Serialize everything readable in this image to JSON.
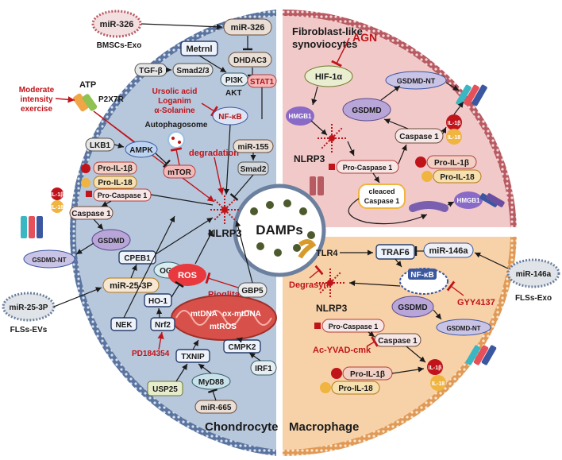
{
  "title": "",
  "colors": {
    "chondrocyte_bg": "#b7c7dc",
    "fls_bg": "#f2c9c9",
    "macrophage_bg": "#f7d1a8",
    "inhibitor_red": "#c0141a",
    "membrane_blue": "#4f6a96"
  },
  "regions": {
    "chondrocyte": "Chondrocyte",
    "fls": "Fibroblast-like\nsynoviocytes",
    "fls_line1": "Fibroblast-like",
    "fls_line2": "synoviocytes",
    "macrophage": "Macrophage"
  },
  "center": {
    "label": "DAMPs"
  },
  "chondrocyte": {
    "bmsc_mirna": "miR-326",
    "bmsc_label": "BMSCs-Exo",
    "mir326": "miR-326",
    "metrnl": "Metrnl",
    "tgfb": "TGF-β",
    "smad23": "Smad2/3",
    "pi3k": "PI3K",
    "akt": "AKT",
    "dhdac3": "DHDAC3",
    "stat1": "STAT1",
    "drugs": [
      "Ursolic acid",
      "Loganim",
      "α-Solanine"
    ],
    "nfkb": "NF-κB",
    "autophagosome": "Autophagosome",
    "degradation": "degradation",
    "atp": "ATP",
    "p2x7r": "P2X7R",
    "exercise_line1": "Moderate",
    "exercise_line2": "intensity",
    "exercise_line3": "exercise",
    "lkb1": "LKB1",
    "ampk": "AMPK",
    "mtor": "mTOR",
    "mir155": "miR-155",
    "smad2": "Smad2",
    "pro_il1b": "Pro-IL-1β",
    "pro_il18": "Pro-IL-18",
    "il1b": "IL-1β",
    "il18": "IL-18",
    "pro_casp1": "Pro-Caspase 1",
    "casp1": "Caspase 1",
    "gsdmd": "GSDMD",
    "gsdmd_nt": "GSDMD-NT",
    "cpeb1": "CPEB1",
    "nlrp3": "NLRP3",
    "mir25": "miR-25-3P",
    "ogt": "OGT",
    "ros": "ROS",
    "pioglitazone": "Pioglitazone",
    "ho1": "HO-1",
    "nrf2": "Nrf2",
    "nek": "NEK",
    "mtdna": "mtDNA",
    "ox_mtdna": "ox-mtDNA",
    "mtros": "mtROS",
    "gbp5": "GBP5",
    "pd": "PD184354",
    "txnip": "TXNIP",
    "cmpk2": "CMPK2",
    "irf1": "IRF1",
    "usp25": "USP25",
    "myd88": "MyD88",
    "mir665": "miR-665",
    "fls_ev_mirna": "miR-25-3P",
    "fls_ev_label": "FLSs-EVs"
  },
  "fls": {
    "agn": "AGN",
    "hif1a": "HIF-1α",
    "hmgb1": "HMGB1",
    "gsdmd_nt": "GSDMD-NT",
    "gsdmd": "GSDMD",
    "nlrp3": "NLRP3",
    "casp1": "Caspase 1",
    "pro_casp1": "Pro-Caspase 1",
    "il1b": "IL-1β",
    "il18": "IL-18",
    "pro_il1b": "Pro-IL-1β",
    "pro_il18": "Pro-IL-18",
    "cleaved_line1": "cleaced",
    "cleaved_line2": "Caspase 1",
    "hmgb1_out": "HMGB1"
  },
  "macrophage": {
    "tlr4": "TLR4",
    "traf6": "TRAF6",
    "mir146a": "miR-146a",
    "exo_mirna": "miR-146a",
    "exo_label": "FLSs-Exo",
    "nfkb": "NF-κB",
    "degrasyn": "Degrasyn",
    "nlrp3": "NLRP3",
    "gsdmd": "GSDMD",
    "gyy": "GYY4137",
    "gsdmd_nt": "GSDMD-NT",
    "pro_casp1": "Pro-Caspase 1",
    "casp1": "Caspase 1",
    "acyvad": "Ac-YVAD-cmk",
    "il1b": "IL-1β",
    "il18": "IL-18",
    "pro_il1b": "Pro-IL-1β",
    "pro_il18": "Pro-IL-18"
  }
}
